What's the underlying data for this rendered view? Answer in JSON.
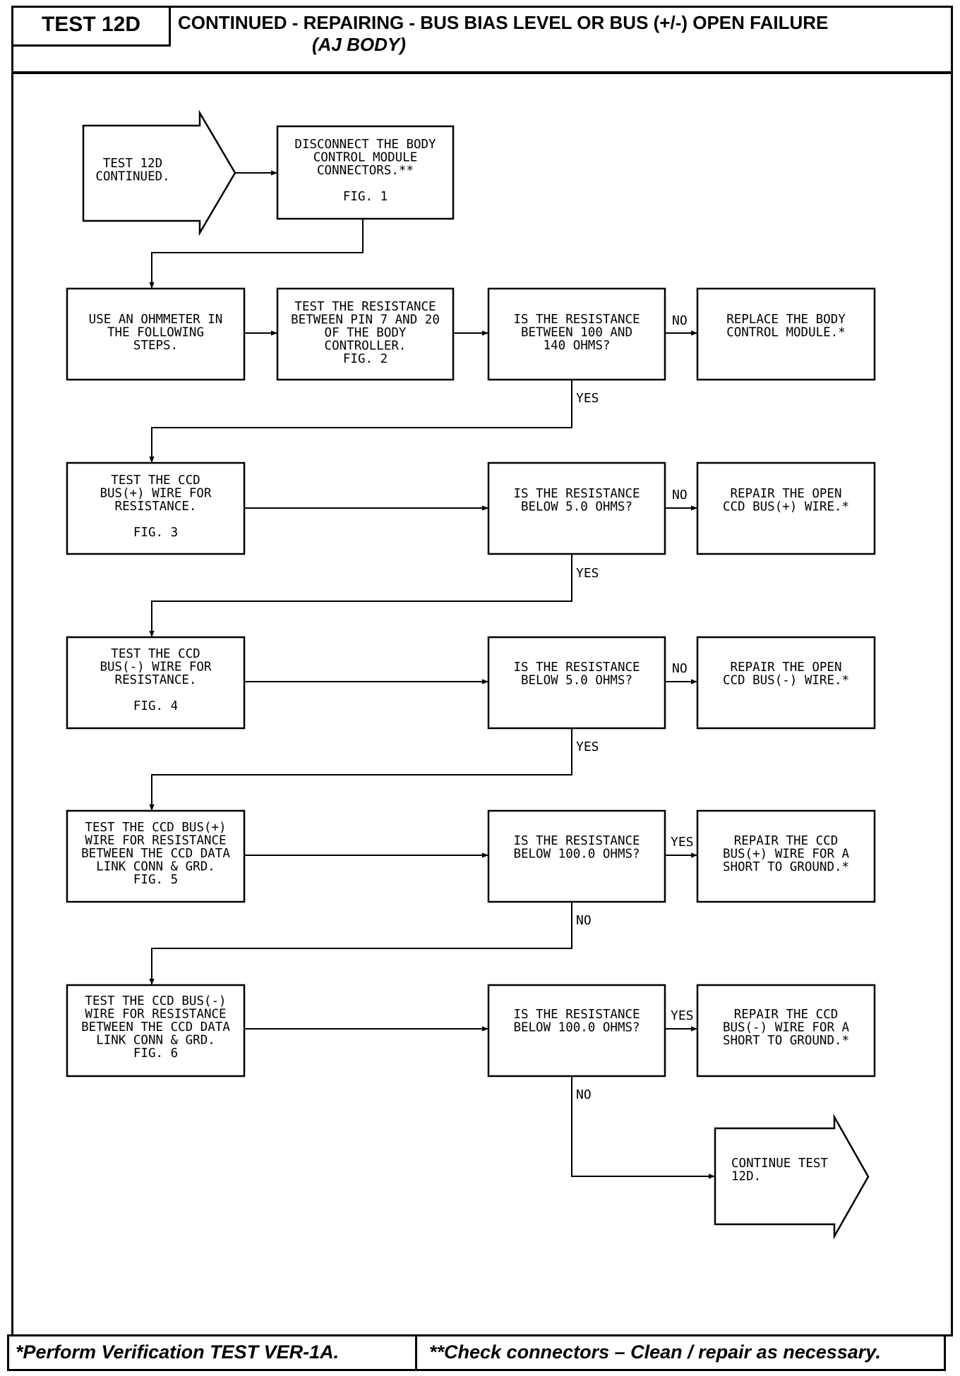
{
  "header": {
    "test_id": "TEST 12D",
    "title": "CONTINUED -  REPAIRING - BUS BIAS LEVEL OR BUS (+/-) OPEN FAILURE",
    "subtitle": "(AJ BODY)"
  },
  "flowchart": {
    "start": [
      "TEST 12D",
      "CONTINUED."
    ],
    "disconnect": [
      "DISCONNECT THE BODY",
      "CONTROL MODULE",
      "CONNECTORS.**",
      "",
      "FIG. 1"
    ],
    "ohmmeter": [
      "USE AN OHMMETER IN",
      "THE FOLLOWING",
      "STEPS."
    ],
    "test_pin": [
      "TEST THE RESISTANCE",
      "BETWEEN PIN 7 AND 20",
      "OF THE BODY",
      "CONTROLLER.",
      "FIG. 2"
    ],
    "q1": [
      "IS THE RESISTANCE",
      "BETWEEN 100 AND",
      "140 OHMS?"
    ],
    "r1": [
      "REPLACE THE BODY",
      "CONTROL MODULE.*"
    ],
    "s2": [
      "TEST THE CCD",
      "BUS(+) WIRE FOR",
      "RESISTANCE.",
      "",
      "FIG. 3"
    ],
    "q2": [
      "IS THE RESISTANCE",
      "BELOW 5.0 OHMS?"
    ],
    "r2": [
      "REPAIR THE OPEN",
      "CCD BUS(+) WIRE.*"
    ],
    "s3": [
      "TEST THE CCD",
      "BUS(-) WIRE FOR",
      "RESISTANCE.",
      "",
      "FIG. 4"
    ],
    "q3": [
      "IS THE RESISTANCE",
      "BELOW 5.0 OHMS?"
    ],
    "r3": [
      "REPAIR THE OPEN",
      "CCD BUS(-) WIRE.*"
    ],
    "s4": [
      "TEST THE CCD BUS(+)",
      "WIRE FOR RESISTANCE",
      "BETWEEN THE CCD DATA",
      "LINK CONN & GRD.",
      "FIG. 5"
    ],
    "q4": [
      "IS THE RESISTANCE",
      "BELOW 100.0 OHMS?"
    ],
    "r4": [
      "REPAIR THE CCD",
      "BUS(+) WIRE FOR A",
      "SHORT TO GROUND.*"
    ],
    "s5": [
      "TEST THE CCD BUS(-)",
      "WIRE FOR RESISTANCE",
      "BETWEEN THE CCD DATA",
      "LINK CONN & GRD.",
      "FIG. 6"
    ],
    "q5": [
      "IS THE RESISTANCE",
      "BELOW 100.0 OHMS?"
    ],
    "r5": [
      "REPAIR THE CCD",
      "BUS(-) WIRE FOR A",
      "SHORT TO GROUND.*"
    ],
    "end": [
      "CONTINUE TEST",
      "12D."
    ],
    "labels": {
      "no": "NO",
      "yes": "YES"
    }
  },
  "footer": {
    "left": "*Perform Verification TEST VER-1A.",
    "right": "**Check connectors – Clean / repair as necessary."
  }
}
